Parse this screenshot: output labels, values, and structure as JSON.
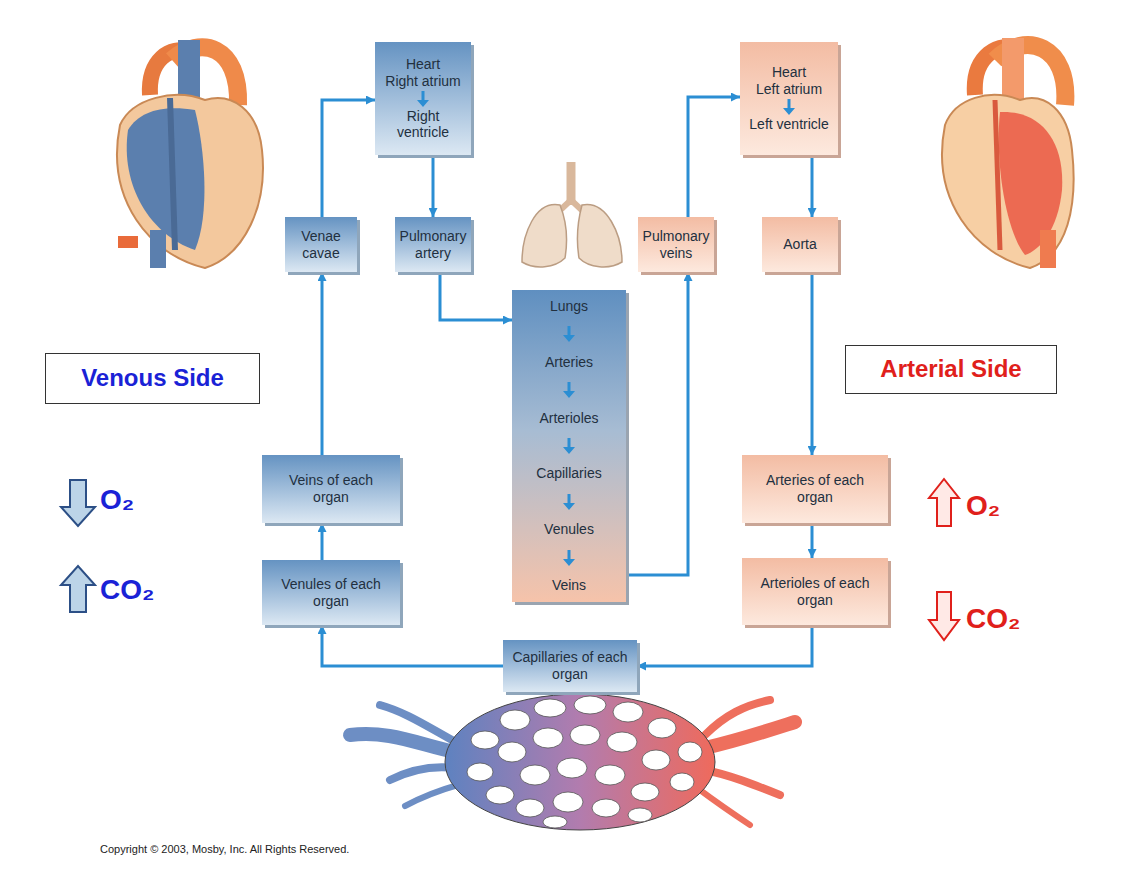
{
  "diagram": {
    "nodes": [
      {
        "text": [
          "Heart",
          "Right atrium",
          "Right ventricle"
        ]
      },
      {
        "text": [
          "Venae cavae"
        ]
      },
      {
        "text": [
          "Pulmonary artery"
        ]
      },
      {
        "text": [
          "Lungs",
          "Arteries",
          "Arterioles",
          "Capillaries",
          "Venules",
          "Veins"
        ]
      },
      {
        "text": [
          "Pulmonary veins"
        ]
      },
      {
        "text": [
          "Heart",
          "Left atrium",
          "Left ventricle"
        ]
      },
      {
        "text": [
          "Aorta"
        ]
      },
      {
        "text": [
          "Arteries of each organ"
        ]
      },
      {
        "text": [
          "Arterioles of each organ"
        ]
      },
      {
        "text": [
          "Capillaries of each organ"
        ]
      },
      {
        "text": [
          "Venules of each organ"
        ]
      },
      {
        "text": [
          "Veins of each organ"
        ]
      },
      {
        "text": [
          "Venous Side"
        ]
      },
      {
        "text": [
          "Arterial Side"
        ]
      }
    ],
    "edges": [
      {
        "from": 0,
        "to": 2,
        "arrow": "to"
      },
      {
        "from": 2,
        "to": 3,
        "arrow": "to"
      },
      {
        "from": 3,
        "to": 4,
        "arrow": "to"
      },
      {
        "from": 4,
        "to": 5,
        "arrow": "to"
      },
      {
        "from": 5,
        "to": 6,
        "arrow": "to"
      },
      {
        "from": 6,
        "to": 7,
        "arrow": "to"
      },
      {
        "from": 7,
        "to": 8,
        "arrow": "to"
      },
      {
        "from": 8,
        "to": 9,
        "arrow": "to"
      },
      {
        "from": 9,
        "to": 10,
        "arrow": "to"
      },
      {
        "from": 10,
        "to": 11,
        "arrow": "to"
      },
      {
        "from": 11,
        "to": 1,
        "arrow": "to"
      },
      {
        "from": 1,
        "to": 0,
        "arrow": "to"
      }
    ],
    "labels": [
      "O₂",
      "CO₂",
      "O₂",
      "CO₂",
      "Copyright © 2003, Mosby, Inc. All Rights Reserved."
    ]
  }
}
